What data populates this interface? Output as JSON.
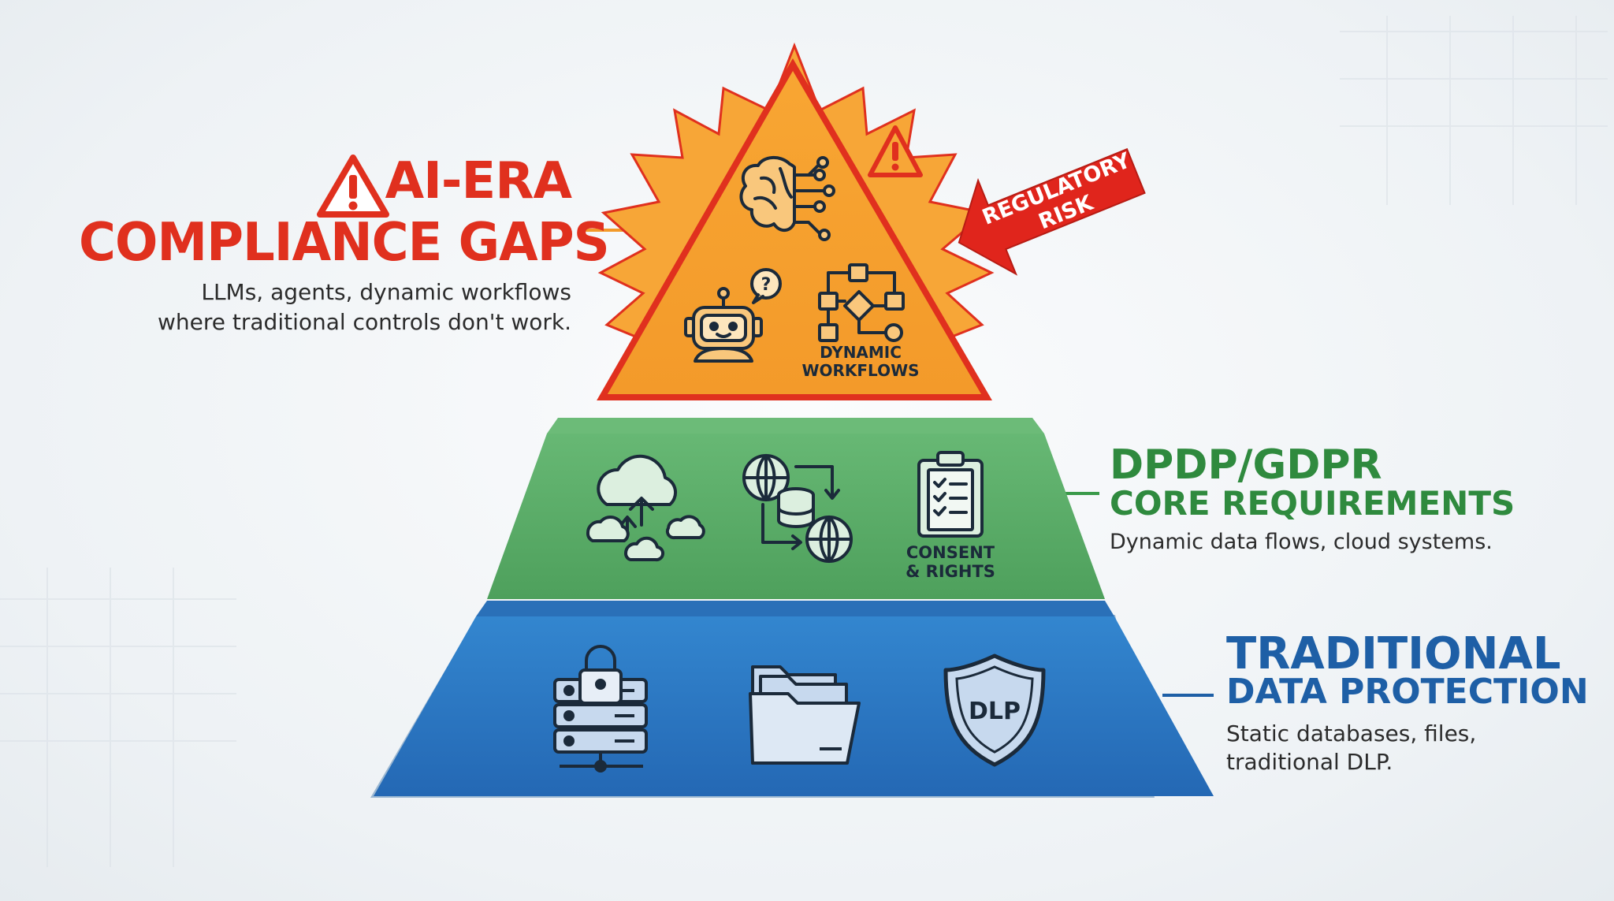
{
  "colors": {
    "ai_tier": "#f5a230",
    "ai_border": "#e0301e",
    "green_tier": "#5cb06a",
    "blue_tier": "#2d7ac4",
    "risk_arrow": "#e0251c",
    "ai_text": "#e0301e",
    "green_text": "#2f8a3e",
    "blue_text": "#1e5fa6"
  },
  "ai_tier": {
    "title_line1": "AI-ERA",
    "title_line2": "COMPLIANCE GAPS",
    "description": "LLMs, agents, dynamic workflows\nwhere traditional controls don't work.",
    "workflow_label_line1": "DYNAMIC",
    "workflow_label_line2": "WORKFLOWS",
    "icons": [
      "warning-icon",
      "brain-circuit-icon",
      "robot-question-icon",
      "workflow-icon"
    ]
  },
  "risk_arrow": {
    "line1": "REGULATORY",
    "line2": "RISK"
  },
  "green_tier": {
    "title": "DPDP/GDPR",
    "subtitle": "CORE REQUIREMENTS",
    "description": "Dynamic data flows, cloud systems.",
    "consent_label_line1": "CONSENT",
    "consent_label_line2": "& RIGHTS",
    "icons": [
      "cloud-upload-icon",
      "global-data-flow-icon",
      "clipboard-checklist-icon"
    ]
  },
  "blue_tier": {
    "title": "TRADITIONAL",
    "subtitle": "DATA PROTECTION",
    "description": "Static databases, files,\ntraditional DLP.",
    "dlp_label": "DLP",
    "icons": [
      "locked-server-icon",
      "folders-icon",
      "dlp-shield-icon"
    ]
  }
}
